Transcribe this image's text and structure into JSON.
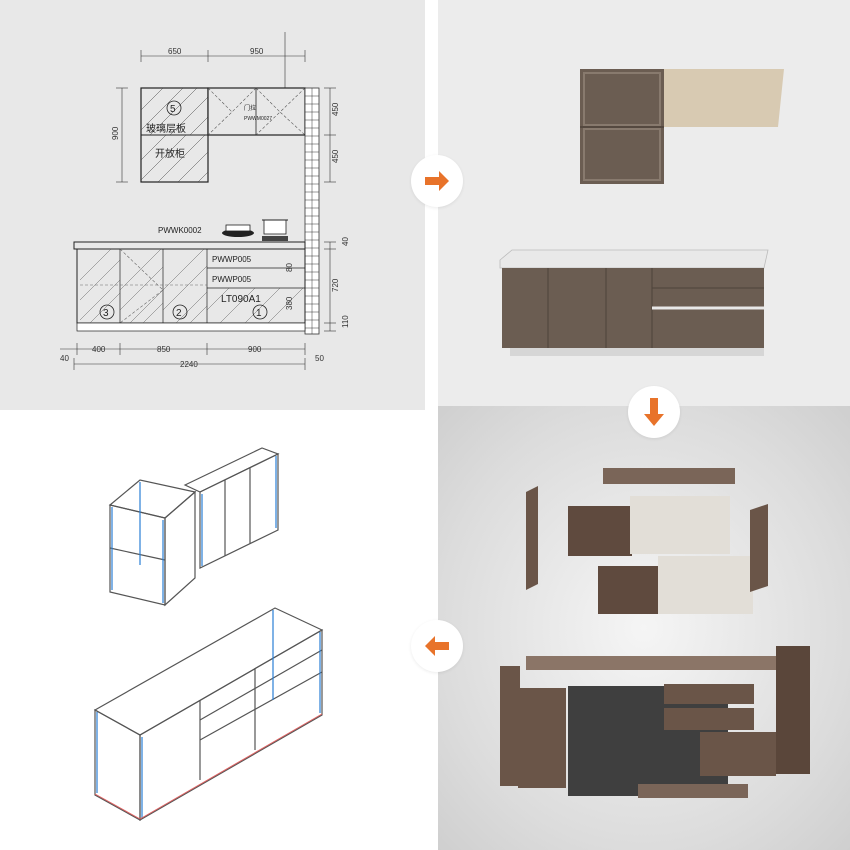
{
  "colors": {
    "arrow": "#e8732a",
    "wood": "#6b5d52",
    "wood_light": "#8a7d72",
    "beige": "#d9ccb4",
    "cad_blue": "#2a7fd4"
  },
  "drawing": {
    "top_dims": [
      "650",
      "950"
    ],
    "left_dim": "900",
    "right_dims": [
      "450",
      "450"
    ],
    "counter_right_dims": [
      "40",
      "720",
      "110"
    ],
    "bottom_dims": [
      "400",
      "850",
      "900"
    ],
    "bottom_total": "2240",
    "edge_left": "40",
    "edge_right": "50",
    "circle_5": "5",
    "label_glass_shelf": "玻璃层板",
    "label_open_cabinet": "开放柜",
    "label_door_type": "门拉",
    "label_upper_code": "PWWM0027",
    "label_counter_code": "PWWK0002",
    "label_drawer1": "PWWP005",
    "label_drawer2": "PWWP005",
    "label_drawer3": "LT090A1",
    "circle_3": "3",
    "circle_2": "2",
    "circle_1": "1",
    "tick_b1": "80",
    "tick_b2": "380"
  },
  "arrows": [
    "arrow-right",
    "arrow-down",
    "arrow-left"
  ]
}
